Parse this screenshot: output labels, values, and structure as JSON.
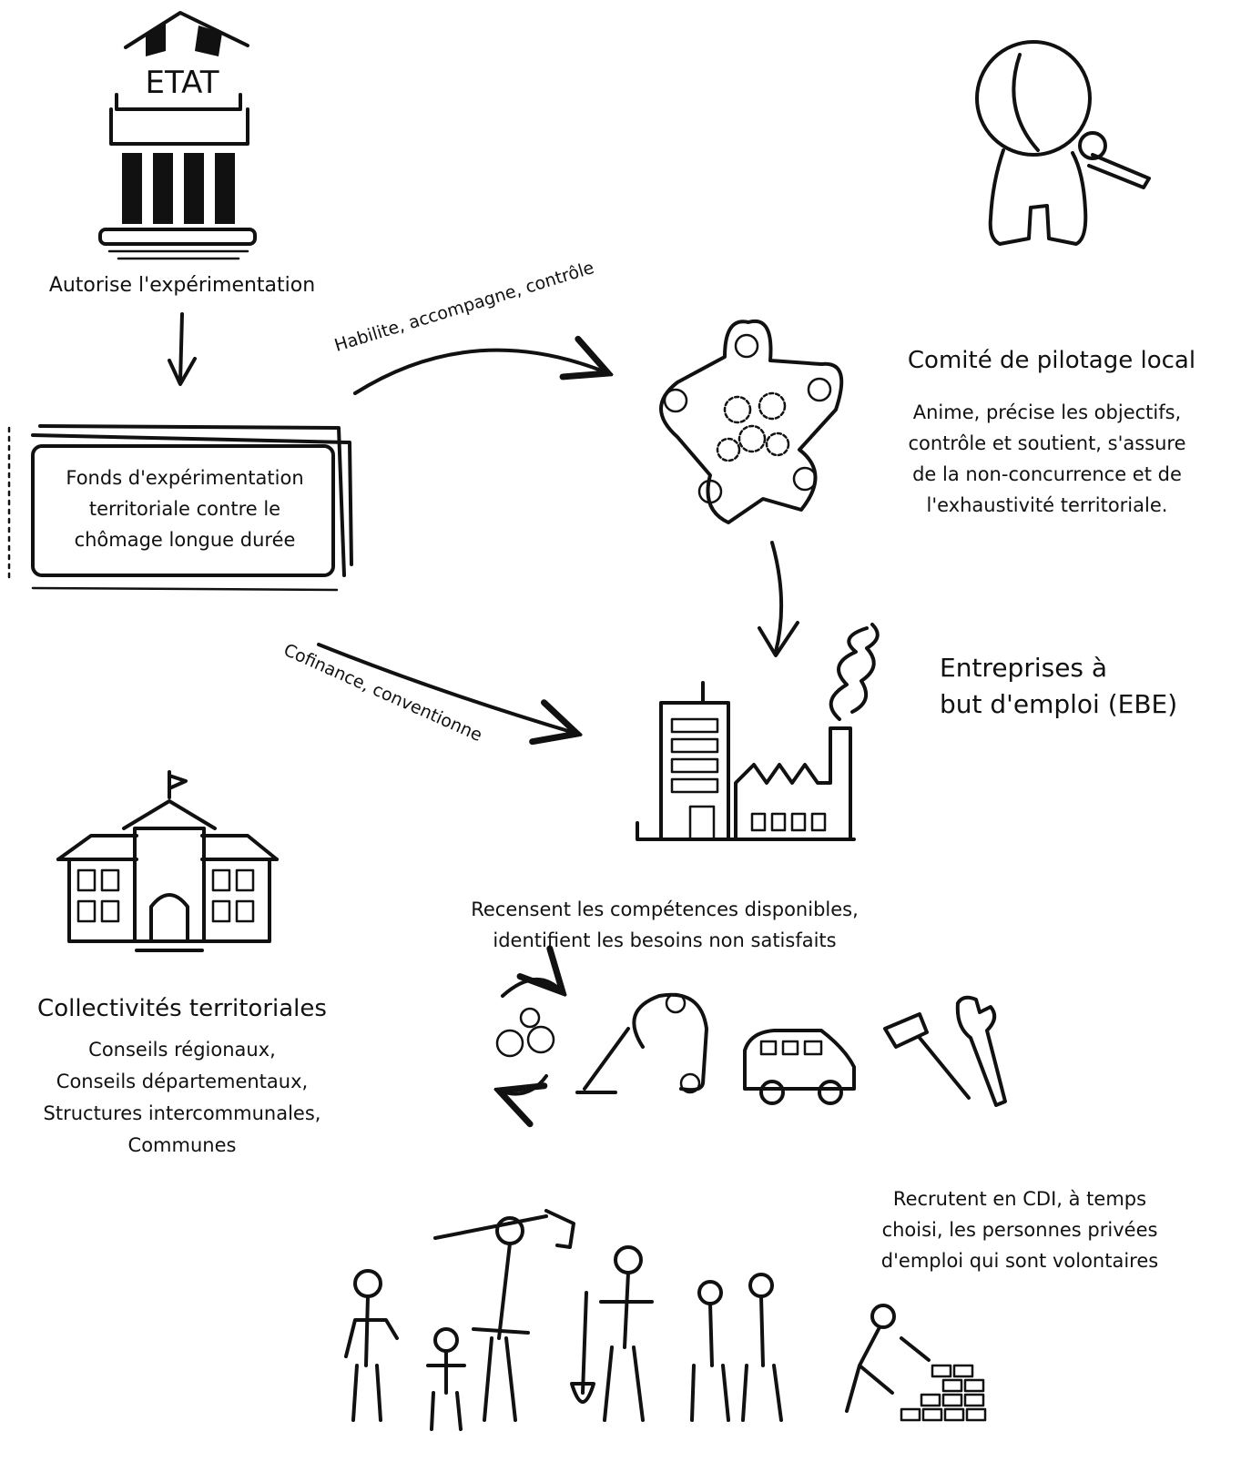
{
  "etat": {
    "icon_label": "ETAT",
    "caption": "Autorise l'expérimentation"
  },
  "fonds": {
    "label": "Fonds d'expérimentation territoriale contre le chômage longue durée",
    "line1": "Fonds d'expérimentation",
    "line2": "territoriale contre le",
    "line3": "chômage longue durée"
  },
  "arrows": {
    "etat_to_comite": "Habilite, accompagne, contrôle",
    "fonds_to_ebe": "Cofinance, conventionne"
  },
  "comite": {
    "title": "Comité de pilotage local",
    "desc_line1": "Anime, précise les objectifs,",
    "desc_line2": "contrôle et soutient, s'assure",
    "desc_line3": "de la non-concurrence et de",
    "desc_line4": "l'exhaustivité territoriale."
  },
  "ebe": {
    "title_line1": "Entreprises à",
    "title_line2": "but d'emploi (EBE)",
    "recensent_line1": "Recensent les compétences disponibles,",
    "recensent_line2": "identifient les besoins non satisfaits",
    "recrutent_line1": "Recrutent en CDI, à temps",
    "recrutent_line2": "choisi, les personnes privées",
    "recrutent_line3": "d'emploi qui sont volontaires"
  },
  "collectivites": {
    "title": "Collectivités territoriales",
    "items": [
      "Conseils régionaux,",
      "Conseils départementaux,",
      "Structures intercommunales,",
      "Communes"
    ]
  }
}
